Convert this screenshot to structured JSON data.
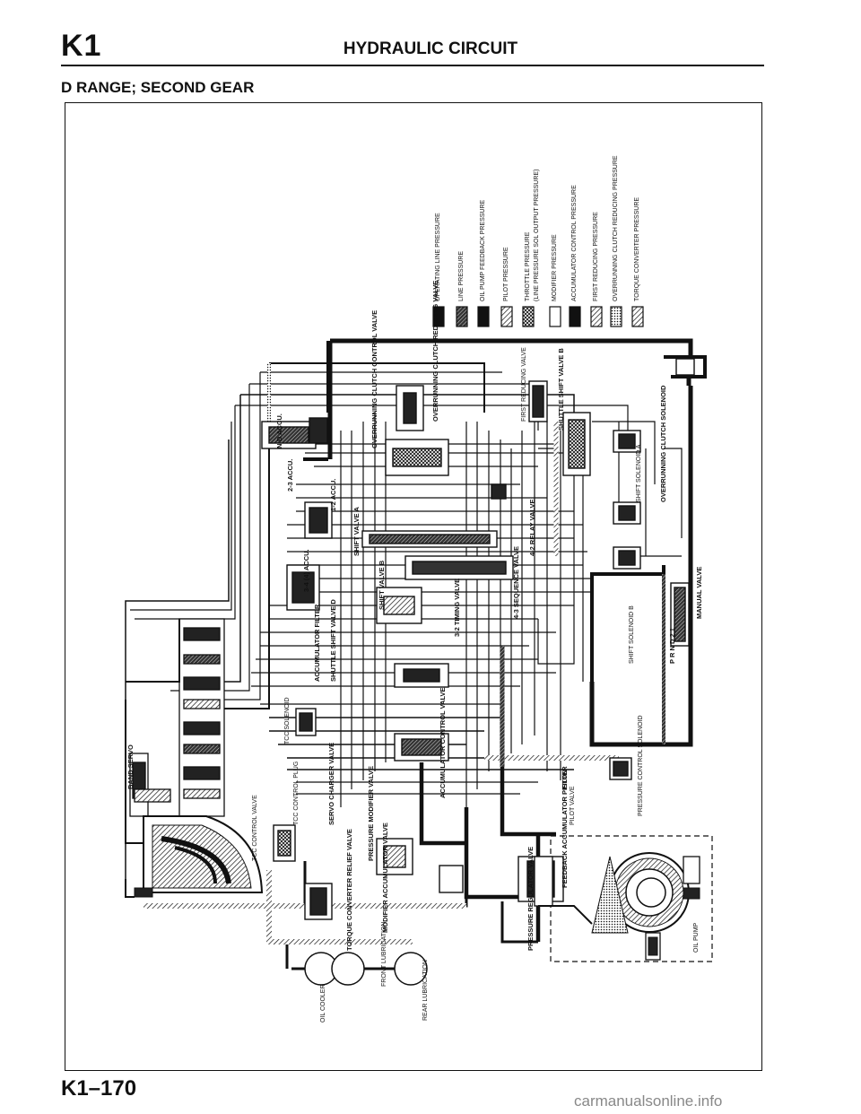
{
  "header": {
    "section": "K1",
    "title": "HYDRAULIC CIRCUIT",
    "subtitle": "D RANGE; SECOND GEAR"
  },
  "footer": {
    "page": "K1–170",
    "watermark": "carmanualsonline.info"
  },
  "legend": [
    {
      "label": "OPERATING LINE PRESSURE",
      "swatch": "solid"
    },
    {
      "label": "LINE PRESSURE",
      "swatch": "dense"
    },
    {
      "label": "OIL PUMP FEEDBACK PRESSURE",
      "swatch": "solid"
    },
    {
      "label": "PILOT PRESSURE",
      "swatch": "hatch"
    },
    {
      "label": "THROTTLE PRESSURE",
      "swatch": "cross"
    },
    {
      "label": "(LINE PRESSURE SOL OUTPUT PRESSURE)",
      "swatch": "none"
    },
    {
      "label": "MODIFIER PRESSURE",
      "swatch": "empty"
    },
    {
      "label": "ACCUMULATOR CONTROL PRESSURE",
      "swatch": "solid"
    },
    {
      "label": "FIRST REDUCING PRESSURE",
      "swatch": "hatch"
    },
    {
      "label": "OVERRUNNING CLUTCH REDUCING PRESSURE",
      "swatch": "dots"
    },
    {
      "label": "TORQUE CONVERTER PRESSURE",
      "swatch": "hatch"
    }
  ],
  "components": {
    "band_servo": "BAND SERVO",
    "n_d_accu": "N-D ACCU.",
    "accu_23": "2-3 ACCU.",
    "accu_12": "1-2 ACCU.",
    "accu_34": "3-4 (4) ACCU.",
    "shift_valve_a": "SHIFT VALVE A",
    "ocv": "OVERRUNNING CLUTCH CONTROL VALVE",
    "ocrv": "OVERRUNNING CLUTCH REDUCING VALVE",
    "frv": "FIRST REDUCING VALVE",
    "shuttle_b": "SHUTTLE SHIFT VALVE B",
    "ocs": "OVERRUNNING CLUTCH SOLENOID",
    "ssa": "SHIFT SOLENOID A",
    "relay42": "4-2 RELAY VALVE",
    "shift_valve_b": "SHIFT VALVE B",
    "seq43": "4-3 SEQUENCE VALVE",
    "manual": "MANUAL VALVE",
    "ssb": "SHIFT SOLENOID B",
    "prnd": "P R N D 2 1",
    "acc_filter": "ACCUMULATOR FILTER",
    "shuttle_d": "SHUTTLE SHIFT VALVE D",
    "timing32": "3-2 TIMING VALVE",
    "acv": "ACCUMULATOR CONTROL VALVE",
    "tcc_sol": "TCC SOLENOID",
    "tcc_plug": "TCC CONTROL PLUG",
    "servo_chg": "SERVO CHARGER VALVE",
    "pmv": "PRESSURE MODIFIER VALVE",
    "tcc_cv": "TCC CONTROL VALVE",
    "mod_accu": "MODIFIER ACCUMULATOR VALVE",
    "tcrv": "TORQUE CONVERTER RELIEF VALVE",
    "front_lub": "FRONT LUBRICATION",
    "rear_lub": "REAR LUBRICATION",
    "oil_cooler": "OIL COOLER",
    "filter": "FILTER",
    "pilot": "PILOT VALVE",
    "pcs": "PRESSURE CONTROL SOLENOID",
    "feedback": "FEEDBACK ACCUMULATOR PISTON",
    "prv": "PRESSURE REGULATOR VALVE",
    "pump": "OIL PUMP"
  }
}
